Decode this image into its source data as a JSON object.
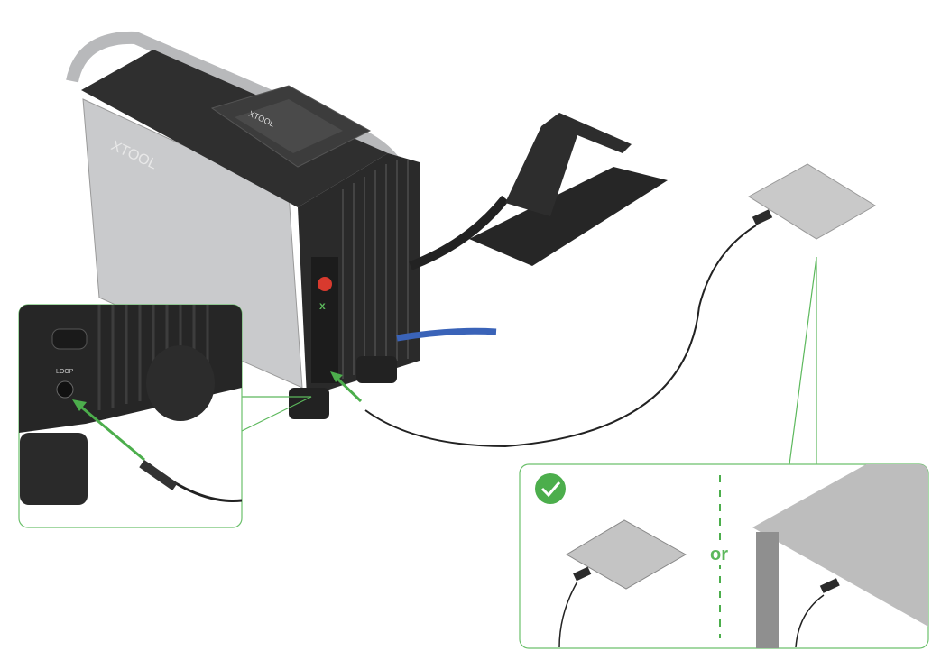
{
  "machine": {
    "brand_logo": "XTOOL",
    "port_label": "LOOP"
  },
  "inset_right": {
    "separator_text": "or",
    "check_icon": "checkmark-circle-icon"
  },
  "colors": {
    "accent_green": "#5cb85c",
    "machine_dark": "#2b2b2b",
    "machine_silver": "#c9cacc",
    "metal": "#c4c4c4",
    "cable_blue": "#3a63b8"
  }
}
